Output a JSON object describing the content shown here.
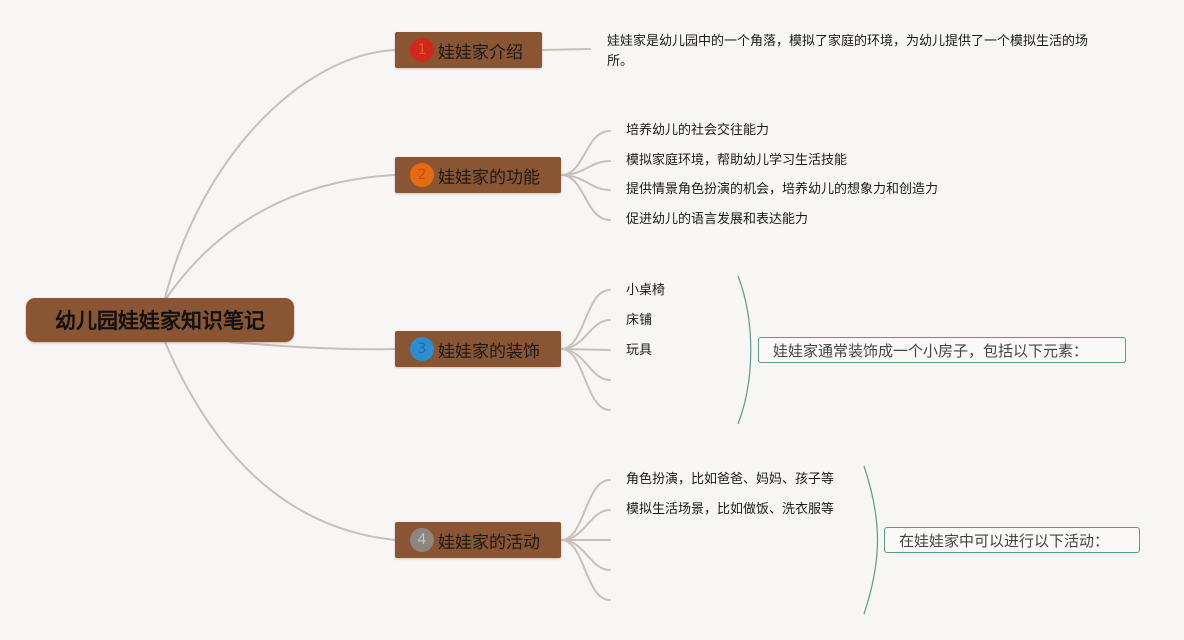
{
  "root": {
    "label": "幼儿园娃娃家知识笔记"
  },
  "branches": [
    {
      "number": "1",
      "label": "娃娃家介绍",
      "badge_color": "#d1281b",
      "number_color": "#e05a2e",
      "text": "娃娃家是幼儿园中的一个角落，模拟了家庭的环境，为幼儿提供了一个模拟生活的场所。"
    },
    {
      "number": "2",
      "label": "娃娃家的功能",
      "badge_color": "#e66a12",
      "number_color": "#c94a10",
      "items": [
        "培养幼儿的社会交往能力",
        "模拟家庭环境，帮助幼儿学习生活技能",
        "提供情景角色扮演的机会，培养幼儿的想象力和创造力",
        "促进幼儿的语言发展和表达能力"
      ]
    },
    {
      "number": "3",
      "label": "娃娃家的装饰",
      "badge_color": "#2a8fd0",
      "number_color": "#1a6aa8",
      "items": [
        "小桌椅",
        "床铺",
        "玩具"
      ],
      "summary": "娃娃家通常装饰成一个小房子，包括以下元素："
    },
    {
      "number": "4",
      "label": "娃娃家的活动",
      "badge_color": "#8c8580",
      "number_color": "#c9c3bd",
      "items": [
        "角色扮演，比如爸爸、妈妈、孩子等",
        "模拟生活场景，比如做饭、洗衣服等"
      ],
      "summary": "在娃娃家中可以进行以下活动："
    }
  ],
  "colors": {
    "node_fill": "#8a5533",
    "connector": "#c8c0b8",
    "summary_bracket": "#5b9a8b",
    "background": "#f8f6f4"
  }
}
